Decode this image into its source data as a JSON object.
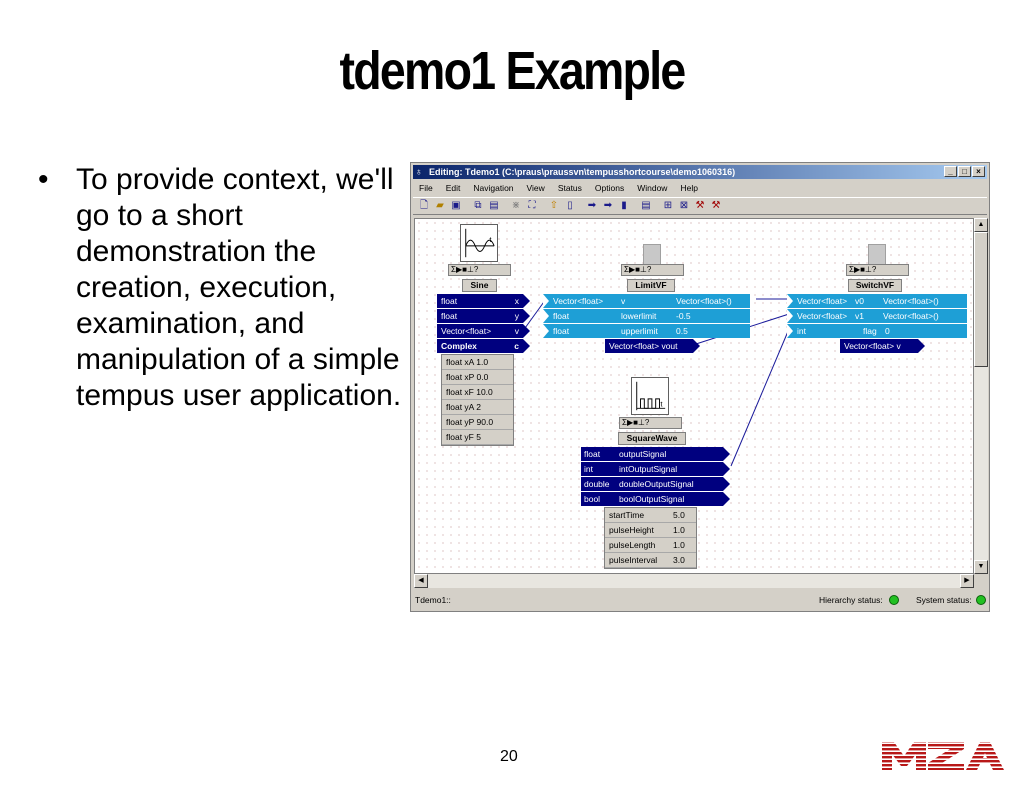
{
  "slide": {
    "title": "tdemo1 Example",
    "bullet": "To provide context, we'll go to a short demonstration the creation, execution, examination, and manipulation of a simple tempus user application.",
    "page_number": "20",
    "logo_text": "MZA"
  },
  "window": {
    "title": "Editing:  Tdemo1  (C:\\praus\\praussvn\\tempusshortcourse\\demo1060316)",
    "buttons": [
      "_",
      "□",
      "×"
    ],
    "menu": [
      "File",
      "Edit",
      "Navigation",
      "View",
      "Status",
      "Options",
      "Window",
      "Help"
    ],
    "status_left": "Tdemo1::",
    "hierarchy_status_label": "Hierarchy status:",
    "system_status_label": "System status:",
    "status_color": "#22c022"
  },
  "blocks": {
    "sine": {
      "name": "Sine",
      "icons": "Σ▶■⊥?",
      "ports": [
        {
          "type": "float",
          "name": "x"
        },
        {
          "type": "float",
          "name": "y"
        },
        {
          "type": "Vector<float>",
          "name": "v"
        },
        {
          "type": "Complex",
          "name": "c"
        }
      ],
      "params": [
        "float xA 1.0",
        "float xP 0.0",
        "float xF 10.0",
        "float yA 2",
        "float yP 90.0",
        "float yF 5"
      ]
    },
    "limitvf": {
      "name": "LimitVF",
      "icons": "Σ▶■⊥?",
      "inputs": [
        {
          "type": "Vector<float>",
          "name": "v",
          "value": "Vector<float>()"
        },
        {
          "type": "float",
          "name": "lowerlimit",
          "value": "-0.5"
        },
        {
          "type": "float",
          "name": "upperlimit",
          "value": "0.5"
        }
      ],
      "output": "Vector<float>  vout"
    },
    "switchvf": {
      "name": "SwitchVF",
      "icons": "Σ▶■⊥?",
      "inputs": [
        {
          "type": "Vector<float>",
          "name": "v0",
          "value": "Vector<float>()"
        },
        {
          "type": "Vector<float>",
          "name": "v1",
          "value": "Vector<float>()"
        },
        {
          "type": "int",
          "name": "flag",
          "value": "0"
        }
      ],
      "output": "Vector<float>  v"
    },
    "squarewave": {
      "name": "SquareWave",
      "icons": "Σ▶■⊥?",
      "ports": [
        {
          "type": "float",
          "name": "outputSignal"
        },
        {
          "type": "int",
          "name": "intOutputSignal"
        },
        {
          "type": "double",
          "name": "doubleOutputSignal"
        },
        {
          "type": "bool",
          "name": "boolOutputSignal"
        }
      ],
      "params": [
        {
          "name": "startTime",
          "value": "5.0"
        },
        {
          "name": "pulseHeight",
          "value": "1.0"
        },
        {
          "name": "pulseLength",
          "value": "1.0"
        },
        {
          "name": "pulseInterval",
          "value": "3.0"
        }
      ]
    }
  },
  "colors": {
    "port_dark": "#00007f",
    "port_light": "#1e9fd6",
    "title_gradient_start": "#0a246a"
  }
}
